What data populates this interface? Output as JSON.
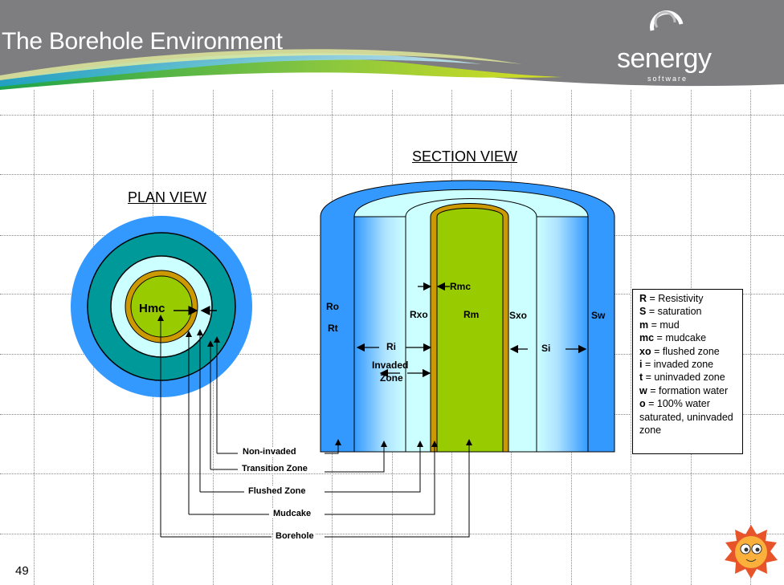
{
  "slide": {
    "title": "The Borehole Environment",
    "brand": "senergy",
    "brand_sub": "software",
    "page_number": "49"
  },
  "plan_view": {
    "heading": "PLAN VIEW",
    "center_label": "Hmc"
  },
  "section_view": {
    "heading": "SECTION VIEW",
    "labels": {
      "rmc": "Rmc",
      "ro": "Ro",
      "rt": "Rt",
      "rxo": "Rxo",
      "rm": "Rm",
      "sxo": "Sxo",
      "sw": "Sw",
      "ri": "Ri",
      "si": "Si",
      "invaded": "Invaded",
      "zone": "Zone"
    }
  },
  "zone_labels": {
    "non_invaded": "Non-invaded",
    "transition": "Transition Zone",
    "flushed": "Flushed Zone",
    "mudcake": "Mudcake",
    "borehole": "Borehole"
  },
  "legend": {
    "rows": [
      {
        "key": "R",
        "desc": " = Resistivity"
      },
      {
        "key": "S",
        "desc": " = saturation"
      },
      {
        "key": "m",
        "desc": " = mud"
      },
      {
        "key": "mc",
        "desc": " = mudcake"
      },
      {
        "key": "xo",
        "desc": " = flushed zone"
      },
      {
        "key": "i",
        "desc": " = invaded zone"
      },
      {
        "key": "t",
        "desc": " = uninvaded zone"
      },
      {
        "key": "w",
        "desc": " = formation water"
      },
      {
        "key": "o",
        "desc": " = 100% water saturated, uninvaded zone"
      }
    ]
  },
  "colors": {
    "header_gray": "#7e7e80",
    "formation_blue": "#3399ff",
    "teal": "#009999",
    "flushed_light": "#ccffff",
    "mudcake": "#cc9900",
    "borehole_green": "#99cc00"
  }
}
